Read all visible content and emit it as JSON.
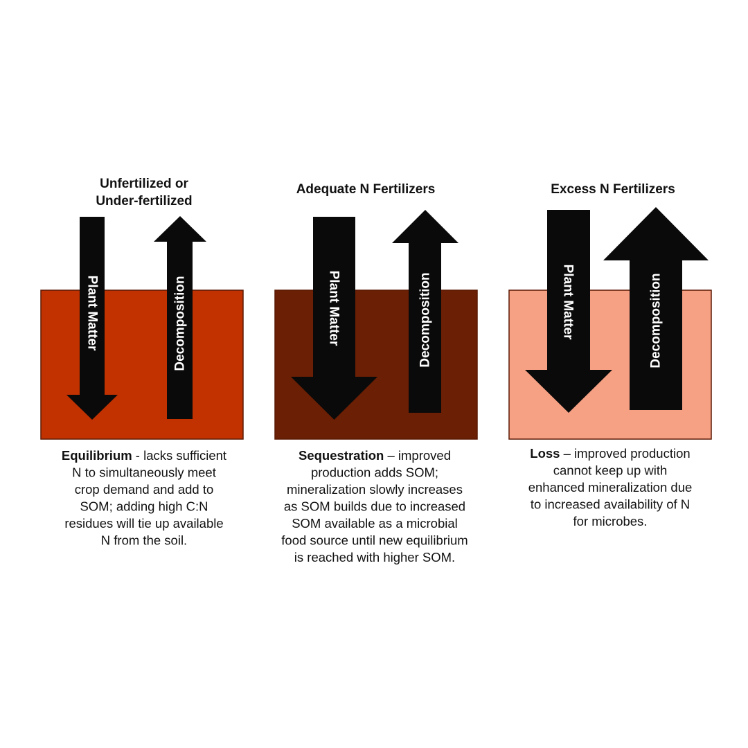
{
  "panels": [
    {
      "id": "unfertilized",
      "title_lines": [
        "Unfertilized or",
        "Under-fertilized"
      ],
      "soil_color": "#c13200",
      "down_label": "Plant Matter",
      "up_label": "Decomposition",
      "caption_term": "Equilibrium",
      "caption_lines": [
        " - lacks sufficient",
        "N to simultaneously meet",
        "crop demand and add to",
        "SOM; adding high C:N",
        "residues will tie up available",
        "N from the soil."
      ]
    },
    {
      "id": "adequate",
      "title_lines": [
        "Adequate N Fertilizers"
      ],
      "soil_color": "#6b1f04",
      "down_label": "Plant Matter",
      "up_label": "Decomposition",
      "caption_term": "Sequestration",
      "caption_lines": [
        " – improved",
        "production adds SOM;",
        "mineralization slowly increases",
        "as SOM builds due to increased",
        "SOM available as a microbial",
        "food source until new equilibrium",
        "is reached with higher SOM."
      ]
    },
    {
      "id": "excess",
      "title_lines": [
        "Excess N Fertilizers"
      ],
      "soil_color": "#f6a084",
      "down_label": "Plant Matter",
      "up_label": "Decomposition",
      "caption_term": "Loss",
      "caption_lines": [
        " – improved production",
        "cannot keep up with",
        "enhanced mineralization due",
        "to increased availability of N",
        "for microbes."
      ]
    }
  ],
  "colors": {
    "arrow": "#0a0a0a",
    "soil_border": "#5a1a05",
    "text": "#111111"
  }
}
